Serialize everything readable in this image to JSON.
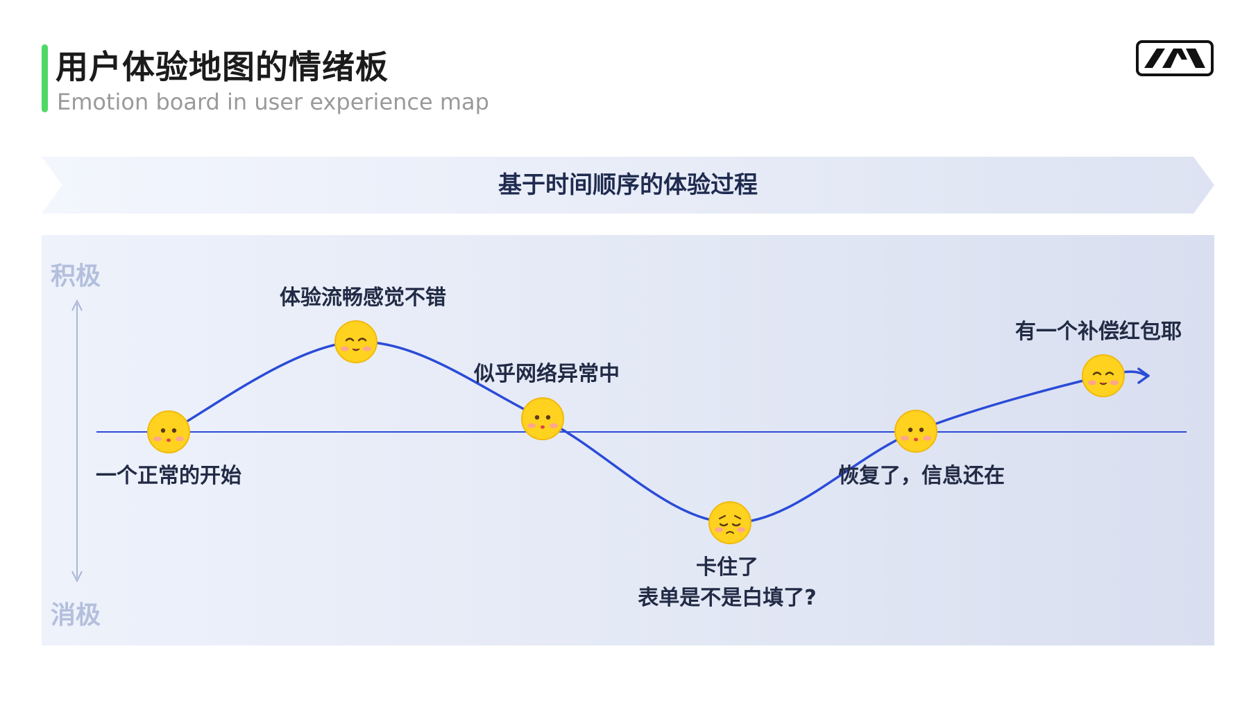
{
  "header": {
    "title": "用户体验地图的情绪板",
    "subtitle": "Emotion board in user experience map"
  },
  "banner": {
    "text": "基于时间顺序的体验过程"
  },
  "axis": {
    "top_label": "积极",
    "bottom_label": "消极"
  },
  "colors": {
    "accent_green": "#4cd964",
    "curve_blue": "#2a4bd7",
    "emoji_yellow": "#ffd21f"
  },
  "points": [
    {
      "label_lines": [
        "一个正常的开始"
      ],
      "mood": "neutral"
    },
    {
      "label_lines": [
        "体验流畅感觉不错"
      ],
      "mood": "happy"
    },
    {
      "label_lines": [
        "似乎网络异常中"
      ],
      "mood": "neutral"
    },
    {
      "label_lines": [
        "卡住了",
        "表单是不是白填了?"
      ],
      "mood": "sad"
    },
    {
      "label_lines": [
        "恢复了，信息还在"
      ],
      "mood": "neutral"
    },
    {
      "label_lines": [
        "有一个补偿红包耶"
      ],
      "mood": "happy"
    }
  ]
}
